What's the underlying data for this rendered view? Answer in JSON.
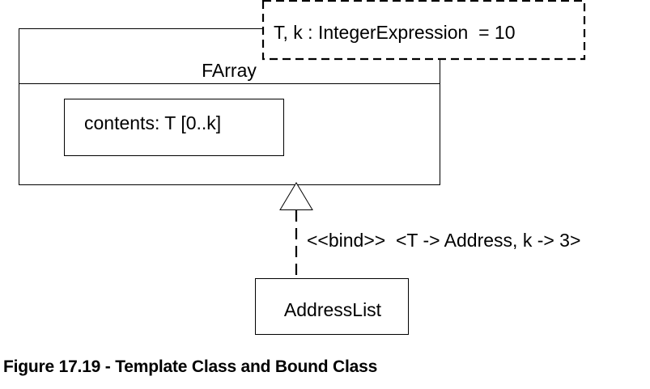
{
  "template_class": {
    "name": "FArray",
    "attribute": "contents: T [0..k]",
    "parameters": "T, k : IntegerExpression  = 10"
  },
  "binding": {
    "stereotype_label": "<<bind>>  <T -> Address, k -> 3>"
  },
  "bound_class": {
    "name": "AddressList"
  },
  "caption": "Figure 17.19 - Template Class and Bound Class"
}
